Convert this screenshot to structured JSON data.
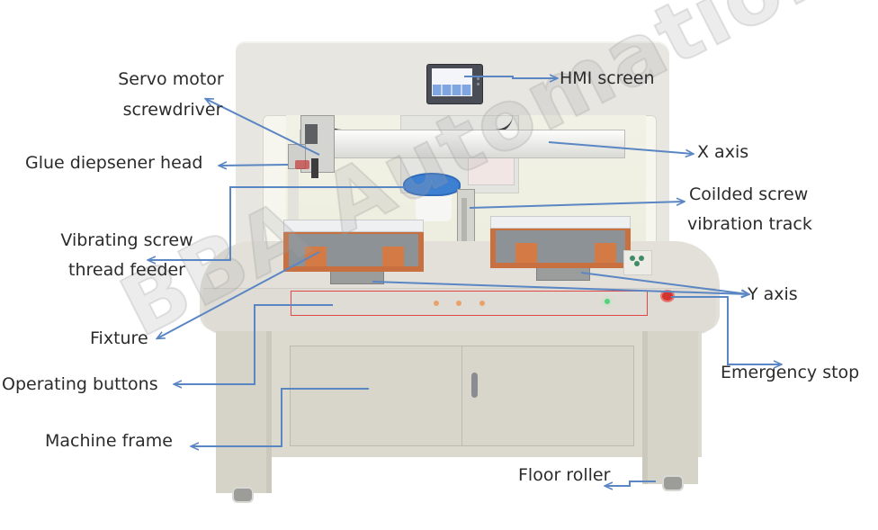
{
  "diagram": {
    "subject": "Automatic screw-driving machine with glue dispenser",
    "watermark": "BBA Automation",
    "accent_colors": {
      "arrow": "#5b86c4",
      "highlight_box": "#e04848",
      "fixture_orange": "#c8703f",
      "feeder_bowl_blue": "#3d7fd1"
    }
  },
  "labels": {
    "servo_motor_line1": "Servo motor",
    "servo_motor_line2": "screwdriver",
    "glue_head": "Glue diepsener head",
    "vibrating_feeder_line1": "Vibrating screw",
    "vibrating_feeder_line2": "thread feeder",
    "fixture": "Fixture",
    "operating_buttons": "Operating buttons",
    "machine_frame": "Machine frame",
    "hmi_screen": "HMI screen",
    "x_axis": "X axis",
    "coiled_track_line1": "Coilded screw",
    "coiled_track_line2": "vibration track",
    "y_axis": "Y axis",
    "emergency_stop": "Emergency stop",
    "floor_roller": "Floor roller"
  }
}
